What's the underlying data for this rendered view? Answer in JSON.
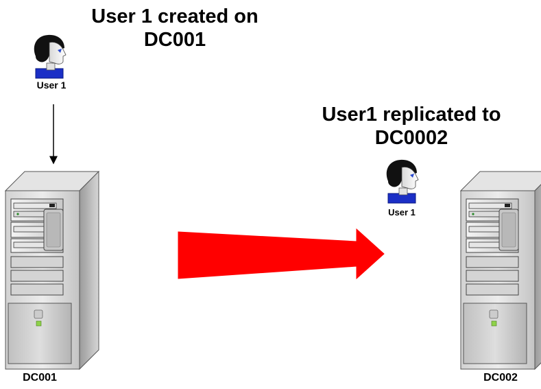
{
  "source_heading": {
    "line1": "User 1 created on",
    "line2": "DC001"
  },
  "target_heading": {
    "line1": "User1 replicated to",
    "line2": "DC0002"
  },
  "source_user": {
    "label": "User 1",
    "icon": "user-icon"
  },
  "replicated_user": {
    "label": "User 1",
    "icon": "user-icon"
  },
  "source_server": {
    "label": "DC001",
    "icon": "server-tower-icon"
  },
  "target_server": {
    "label": "DC002",
    "icon": "server-tower-icon"
  },
  "replication_arrow": {
    "icon": "arrow-right-icon",
    "color": "#ff0000"
  }
}
